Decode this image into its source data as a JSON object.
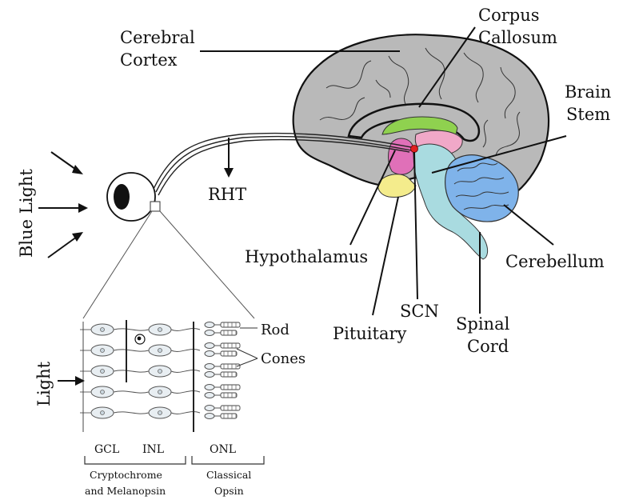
{
  "labels": {
    "cerebral_cortex_1": "Cerebral",
    "cerebral_cortex_2": "Cortex",
    "corpus_callosum_1": "Corpus",
    "corpus_callosum_2": "Callosum",
    "brain_stem_1": "Brain",
    "brain_stem_2": "Stem",
    "blue_light": "Blue Light",
    "rht": "RHT",
    "hypothalamus": "Hypothalamus",
    "cerebellum": "Cerebellum",
    "scn": "SCN",
    "pituitary": "Pituitary",
    "spinal_cord_1": "Spinal",
    "spinal_cord_2": "Cord",
    "rod": "Rod",
    "cones": "Cones",
    "light": "Light",
    "gcl": "GCL",
    "inl": "INL",
    "onl": "ONL",
    "cryptochrome_1": "Cryptochrome",
    "cryptochrome_2": "and Melanopsin",
    "classical_1": "Classical",
    "classical_2": "Opsin"
  },
  "colors": {
    "cortex": "#b9b9b9",
    "corpus_callosum": "#8fd14f",
    "hypothalamus": "#e070b8",
    "pituitary": "#f4ec8c",
    "brain_stem": "#a9dbe0",
    "cerebellum": "#7fb3ea",
    "scn": "#e02020",
    "thalamus": "#f0a8c8"
  }
}
